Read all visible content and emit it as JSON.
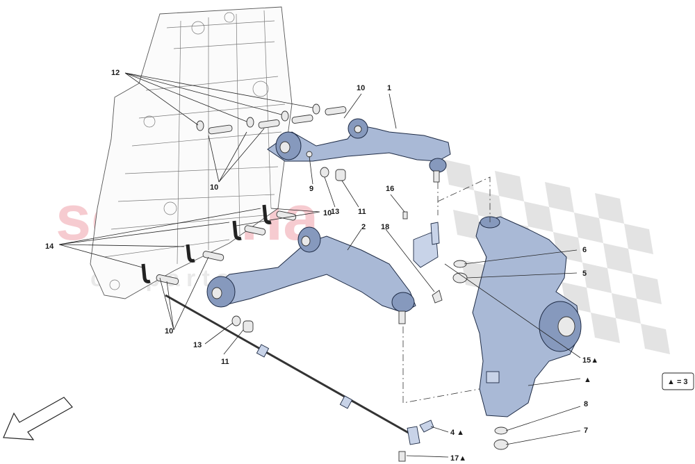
{
  "watermark": {
    "main": "scuderia",
    "sub": "c a r   p a r t s",
    "color": "#f5c3c8"
  },
  "callouts": [
    {
      "id": "c1",
      "text": "1"
    },
    {
      "id": "c2",
      "text": "2"
    },
    {
      "id": "c4",
      "text": "4 ▲"
    },
    {
      "id": "c5",
      "text": "5"
    },
    {
      "id": "c6",
      "text": "6"
    },
    {
      "id": "c7",
      "text": "7"
    },
    {
      "id": "c8",
      "text": "8"
    },
    {
      "id": "c9",
      "text": "9"
    },
    {
      "id": "c10a",
      "text": "10"
    },
    {
      "id": "c10b",
      "text": "10"
    },
    {
      "id": "c10c",
      "text": "10"
    },
    {
      "id": "c10d",
      "text": "10"
    },
    {
      "id": "c11a",
      "text": "11"
    },
    {
      "id": "c11b",
      "text": "11"
    },
    {
      "id": "c12",
      "text": "12"
    },
    {
      "id": "c13a",
      "text": "13"
    },
    {
      "id": "c13b",
      "text": "13"
    },
    {
      "id": "c14",
      "text": "14"
    },
    {
      "id": "c15",
      "text": "15▲"
    },
    {
      "id": "c16",
      "text": "16"
    },
    {
      "id": "c17",
      "text": "17▲"
    },
    {
      "id": "c18",
      "text": "18"
    },
    {
      "id": "cTri",
      "text": "▲"
    }
  ],
  "legend": {
    "text": "▲ = 3"
  },
  "colors": {
    "part_fill": "#a9b9d6",
    "checker": "#d9d9d9"
  }
}
